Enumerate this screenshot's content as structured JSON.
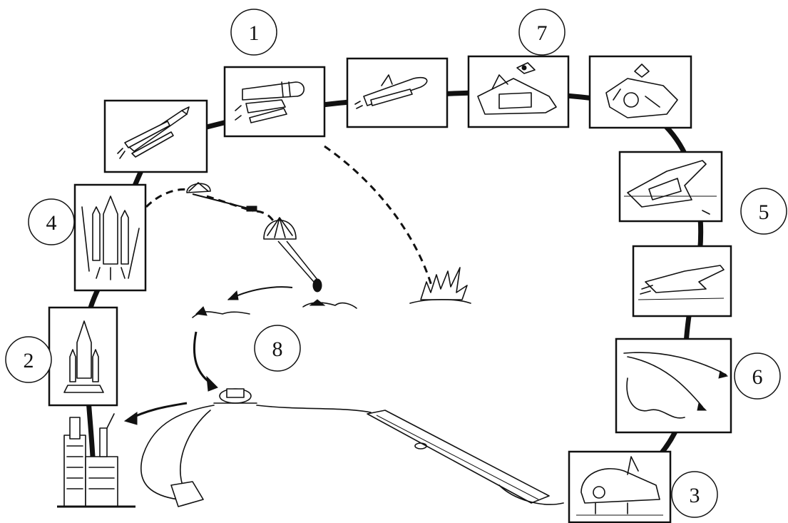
{
  "figure": {
    "type": "space-shuttle-mission-cycle",
    "stage_labels": [
      "1",
      "2",
      "3",
      "4",
      "5",
      "6",
      "7",
      "8"
    ]
  },
  "panels": [
    "liftoff-with-boosters",
    "booster-separation",
    "tank-separation",
    "orbiter-in-orbit",
    "satellite-deploy",
    "reentry",
    "descent",
    "approach-trajectory",
    "runway-landing",
    "launch-pad-assembly",
    "rollout-to-pad"
  ],
  "colors": {
    "ink": "#111111",
    "paper": "#ffffff"
  }
}
